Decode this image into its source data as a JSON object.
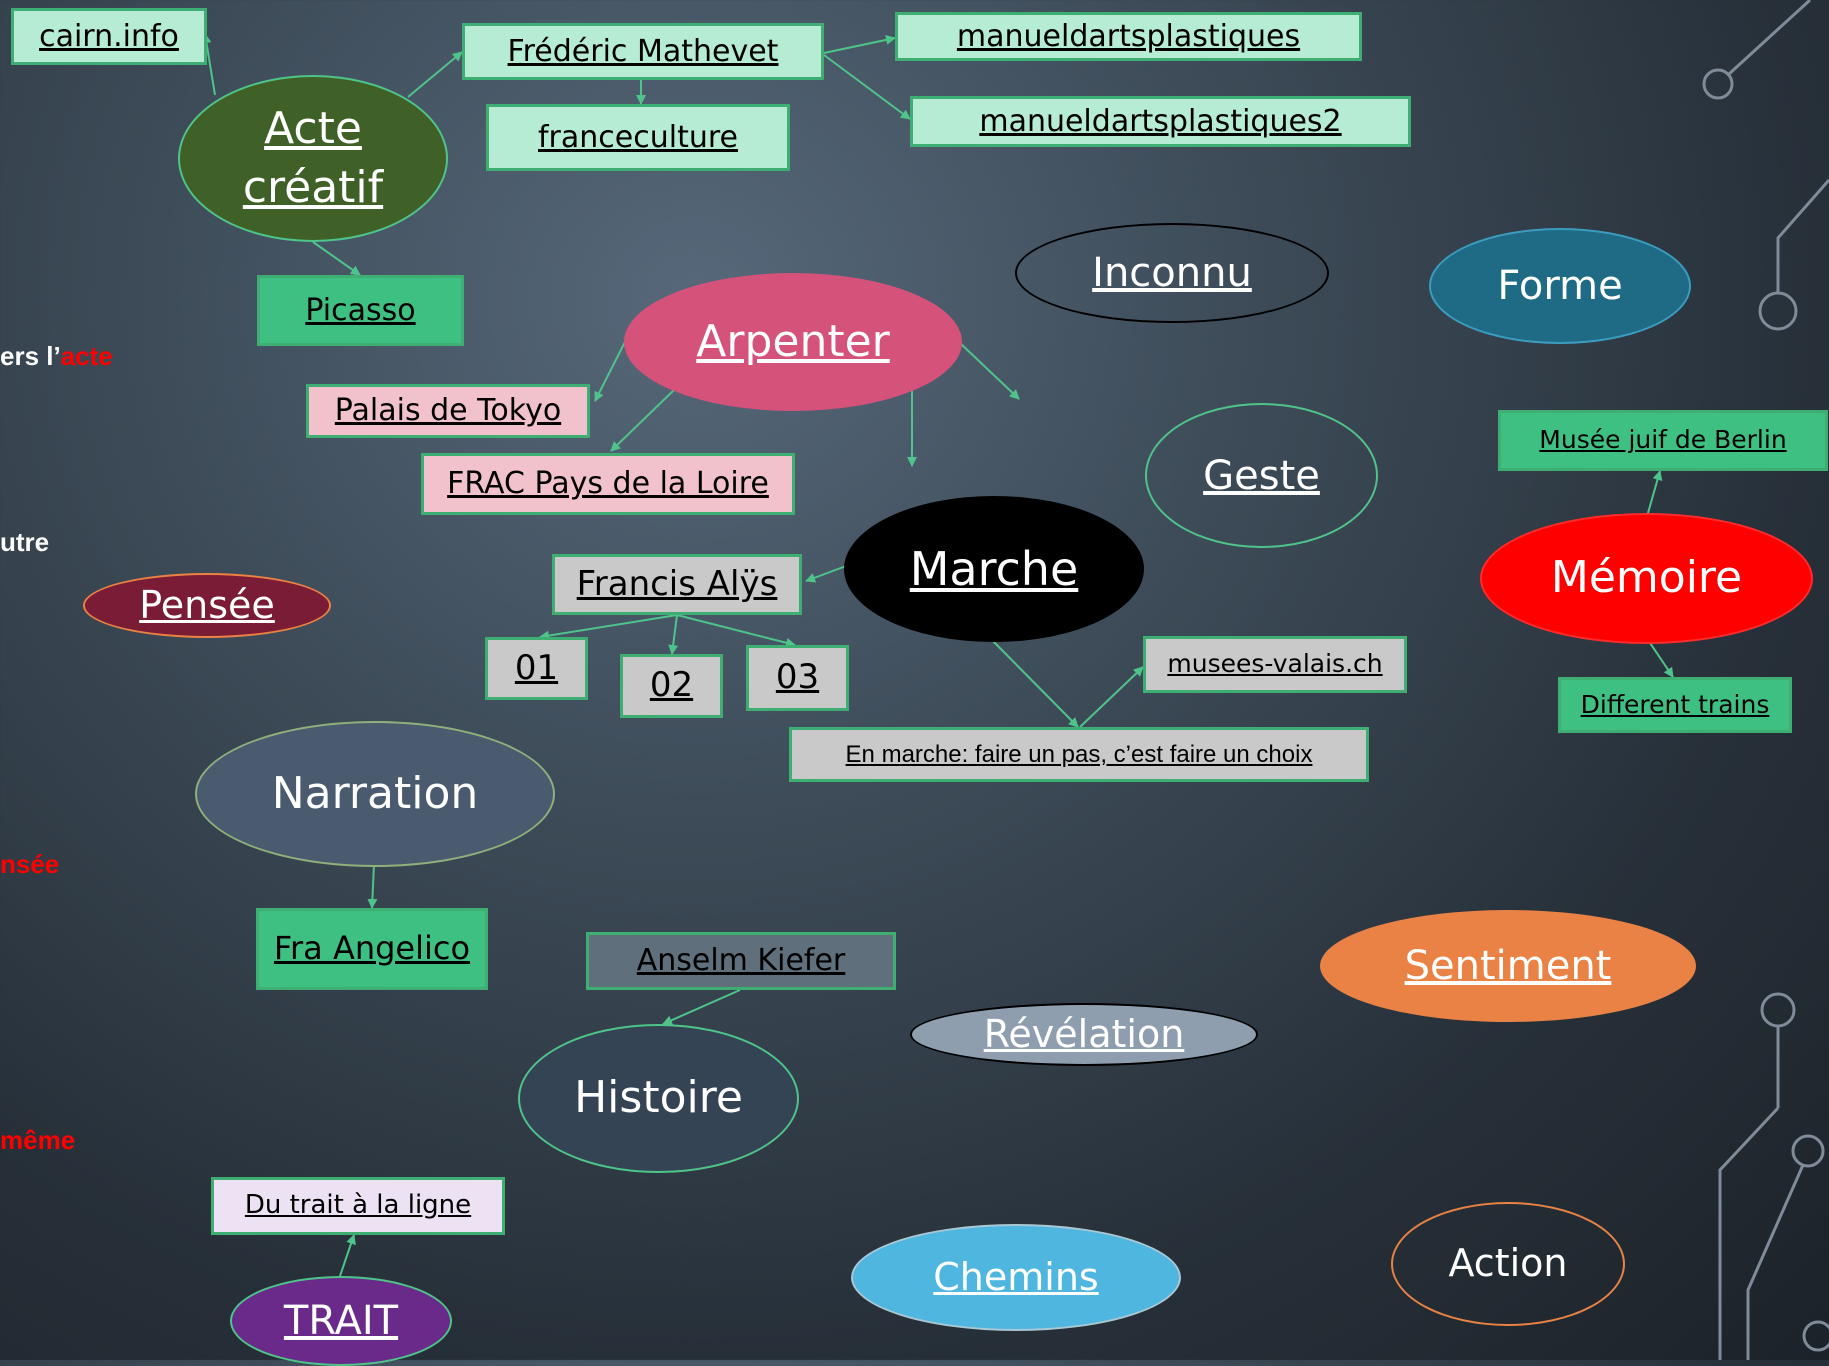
{
  "nodes": {
    "acte_creatif": {
      "line1": "Acte",
      "line2": "créatif",
      "fill": "#3f6026"
    },
    "arpenter": {
      "label": "Arpenter",
      "fill": "#d5527a"
    },
    "inconnu": {
      "label": "Inconnu"
    },
    "forme": {
      "label": "Forme",
      "fill": "#1f6b86"
    },
    "geste": {
      "label": "Geste"
    },
    "marche": {
      "label": "Marche",
      "fill": "#000000"
    },
    "memoire": {
      "label": "Mémoire",
      "fill": "#ff0000"
    },
    "pensee": {
      "label": "Pensée",
      "fill": "#7a1c35"
    },
    "narration": {
      "label": "Narration",
      "fill": "#4a5b70"
    },
    "sentiment": {
      "label": "Sentiment",
      "fill": "#e98244"
    },
    "revelation": {
      "label": "Révélation",
      "fill": "#8f9eae"
    },
    "histoire": {
      "label": "Histoire",
      "fill": "#344454"
    },
    "chemins": {
      "label": "Chemins",
      "fill": "#4fb6df"
    },
    "action": {
      "label": "Action"
    },
    "trait": {
      "label": "TRAIT",
      "fill": "#6a2a8a"
    }
  },
  "links": {
    "cairn": "cairn.info",
    "mathevet": "Frédéric Mathevet",
    "manuel1": "manueldartsplastiques",
    "manuel2": "manueldartsplastiques2",
    "franceculture": "franceculture",
    "picasso": "Picasso",
    "palais": "Palais de Tokyo",
    "frac": "FRAC Pays de la Loire",
    "alys": "Francis Alÿs",
    "v01": "01",
    "v02": "02",
    "v03": "03",
    "valais": "musees-valais.ch",
    "en_marche": "En marche: faire un pas, c’est faire un choix",
    "musee_juif": "Musée juif de Berlin",
    "trains": "Different trains",
    "angelico": "Fra Angelico",
    "kiefer": "Anselm Kiefer",
    "trait_ligne": "Du trait à la ligne"
  },
  "edge_text": {
    "t1a": "ers l’",
    "t1b": "acte",
    "t2": "utre",
    "t3": "nsée",
    "t4": "même"
  },
  "colors": {
    "arrow": "#4fc48a",
    "link_green": "#3fc083",
    "link_pale_green": "#b6ecd3",
    "link_pink": "#f2c2cc",
    "link_gray": "#c9c9c9",
    "link_slate": "#5f6f7b",
    "link_lavender": "#ece2f4",
    "accent_red": "#ff0000",
    "circuit": "#7f8b98"
  }
}
